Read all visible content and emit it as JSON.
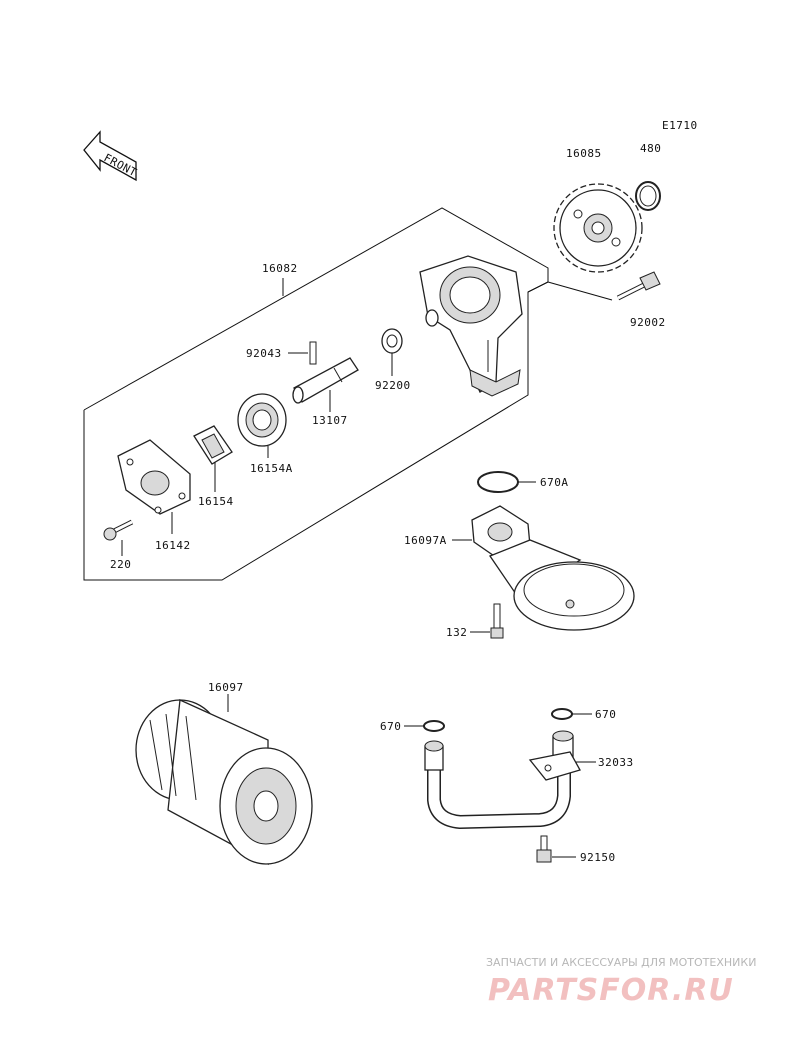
{
  "diagram": {
    "code": "E1710",
    "front_marker": "FRONT",
    "labels": {
      "p16085": "16085",
      "p480": "480",
      "p16082": "16082",
      "p92002": "92002",
      "p92043": "92043",
      "p92200": "92200",
      "p13107": "13107",
      "p16154A": "16154A",
      "p16154": "16154",
      "p16142": "16142",
      "p220": "220",
      "p670A": "670A",
      "p16097A": "16097A",
      "p132": "132",
      "p16097": "16097",
      "p670_left": "670",
      "p670_right": "670",
      "p32033": "32033",
      "p92150": "92150"
    }
  },
  "watermark": {
    "tagline": "ЗАПЧАСТИ И АКСЕССУАРЫ ДЛЯ МОТОТЕХНИКИ",
    "logo": "PARTSFOR.RU"
  }
}
